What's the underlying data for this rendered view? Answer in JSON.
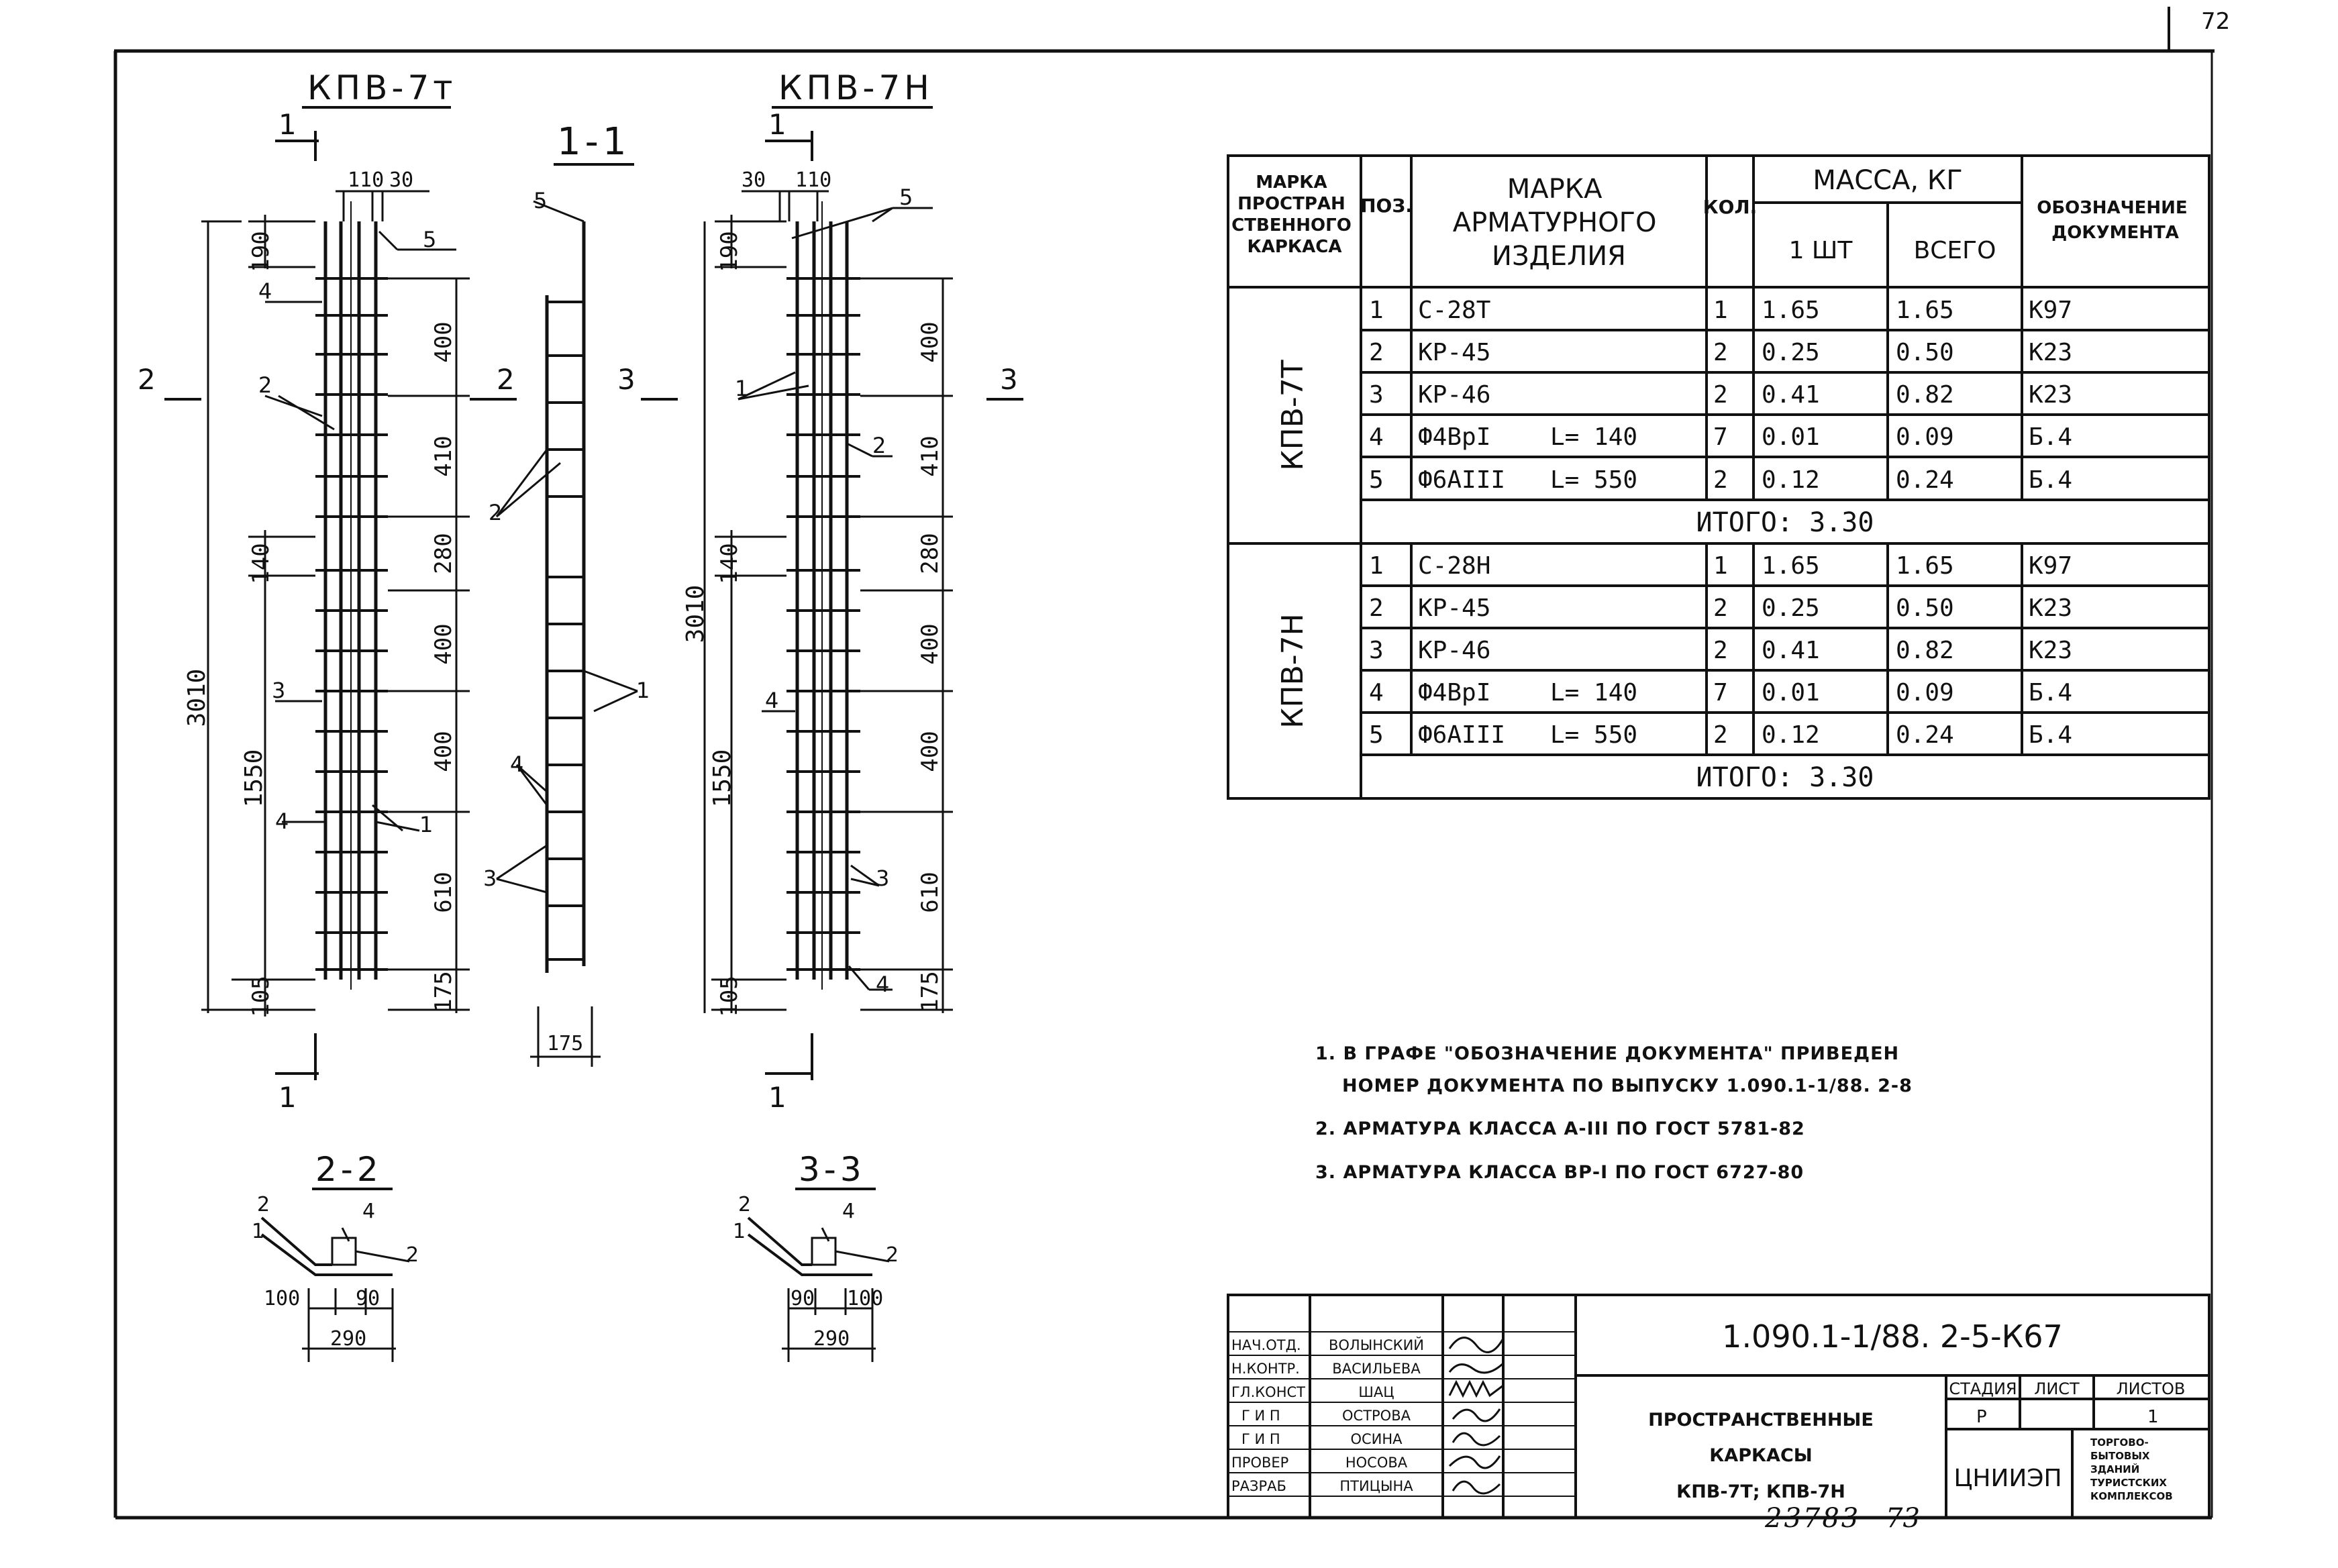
{
  "sheet_number": "72",
  "views": {
    "kpv_7t": {
      "title": "КПВ-7т",
      "dims": {
        "top": "190",
        "d400a": "400",
        "d410": "410",
        "d280": "280",
        "d400b": "400",
        "d400c": "400",
        "d610": "610",
        "d175": "175",
        "d140": "140",
        "d1550": "1550",
        "d105": "105",
        "d3010": "3010",
        "d110": "110",
        "d30": "30"
      },
      "labels": {
        "p1": "1",
        "p2": "2",
        "p3": "3",
        "p4": "4",
        "p5": "5",
        "cut1": "1",
        "cut2": "2"
      }
    },
    "section_1_1": {
      "title": "1-1",
      "dim": "175",
      "labels": {
        "p1": "1",
        "p2": "2",
        "p3": "3",
        "p4": "4",
        "p5": "5",
        "cut3": "3"
      }
    },
    "kpv_7n": {
      "title": "КПВ-7Н",
      "dims": {
        "top": "190",
        "d400a": "400",
        "d410": "410",
        "d280": "280",
        "d400b": "400",
        "d400c": "400",
        "d610": "610",
        "d175": "175",
        "d140": "140",
        "d1550": "1550",
        "d105": "105",
        "d3010": "3010",
        "d110": "110",
        "d30": "30"
      },
      "labels": {
        "p1": "1",
        "p2": "2",
        "p3": "3",
        "p4": "4",
        "p5": "5",
        "cut1": "1",
        "cut3": "3"
      }
    },
    "section_2_2": {
      "title": "2-2",
      "dims": [
        "100",
        "90",
        "290"
      ],
      "labels": [
        "2",
        "1",
        "4",
        "2"
      ]
    },
    "section_3_3": {
      "title": "3-3",
      "dims": [
        "90",
        "100",
        "290"
      ],
      "labels": [
        "2",
        "1",
        "4",
        "2"
      ]
    }
  },
  "spec_table": {
    "headers": {
      "marka_karkasa": [
        "МАРКА",
        "ПРОСТРАН",
        "СТВЕННОГО",
        "КАРКАСА"
      ],
      "poz": "ПОЗ.",
      "marka_izdeliya": [
        "МАРКА",
        "АРМАТУРНОГО",
        "ИЗДЕЛИЯ"
      ],
      "kol": "КОЛ.",
      "massa": "МАССА, КГ",
      "sht": "1 ШТ",
      "vsego": "ВСЕГО",
      "oboznachenie": [
        "ОБОЗНАЧЕНИЕ",
        "ДОКУМЕНТА"
      ]
    },
    "groups": [
      {
        "name": "КПВ-7Т",
        "rows": [
          {
            "poz": "1",
            "mark": "С-28Т",
            "len": "",
            "kol": "1",
            "one": "1.65",
            "all": "1.65",
            "doc": "К97"
          },
          {
            "poz": "2",
            "mark": "КР-45",
            "len": "",
            "kol": "2",
            "one": "0.25",
            "all": "0.50",
            "doc": "К23"
          },
          {
            "poz": "3",
            "mark": "КР-46",
            "len": "",
            "kol": "2",
            "one": "0.41",
            "all": "0.82",
            "doc": "К23"
          },
          {
            "poz": "4",
            "mark": "Ф4ВрI",
            "len": "L= 140",
            "kol": "7",
            "one": "0.01",
            "all": "0.09",
            "doc": "Б.4"
          },
          {
            "poz": "5",
            "mark": "Ф6AIII",
            "len": "L= 550",
            "kol": "2",
            "one": "0.12",
            "all": "0.24",
            "doc": "Б.4"
          }
        ],
        "total": "ИТОГО:  3.30"
      },
      {
        "name": "КПВ-7Н",
        "rows": [
          {
            "poz": "1",
            "mark": "С-28Н",
            "len": "",
            "kol": "1",
            "one": "1.65",
            "all": "1.65",
            "doc": "К97"
          },
          {
            "poz": "2",
            "mark": "КР-45",
            "len": "",
            "kol": "2",
            "one": "0.25",
            "all": "0.50",
            "doc": "К23"
          },
          {
            "poz": "3",
            "mark": "КР-46",
            "len": "",
            "kol": "2",
            "one": "0.41",
            "all": "0.82",
            "doc": "К23"
          },
          {
            "poz": "4",
            "mark": "Ф4ВрI",
            "len": "L= 140",
            "kol": "7",
            "one": "0.01",
            "all": "0.09",
            "doc": "Б.4"
          },
          {
            "poz": "5",
            "mark": "Ф6AIII",
            "len": "L= 550",
            "kol": "2",
            "one": "0.12",
            "all": "0.24",
            "doc": "Б.4"
          }
        ],
        "total": "ИТОГО:  3.30"
      }
    ]
  },
  "notes": [
    "1. В ГРАФЕ \"ОБОЗНАЧЕНИЕ ДОКУМЕНТА\"  ПРИВЕДЕН",
    "НОМЕР ДОКУМЕНТА ПО ВЫПУСКУ 1.090.1-1/88. 2-8",
    "2. АРМАТУРА КЛАССА А-III  ПО ГОСТ 5781-82",
    "3. АРМАТУРА КЛАССА ВР-I  ПО ГОСТ 6727-80"
  ],
  "title_block": {
    "code": "1.090.1-1/88. 2-5-К67",
    "roles": [
      "НАЧ.ОТД.",
      "Н.КОНТР.",
      "ГЛ.КОНСТ",
      "Г И П",
      "Г И П",
      "ПРОВЕР",
      "РАЗРАБ"
    ],
    "names": [
      "ВОЛЫНСКИЙ",
      "ВАСИЛЬЕВА",
      "ШАЦ",
      "ОСТРОВА",
      "ОСИНА",
      "НОСОВА",
      "ПТИЦЫНА"
    ],
    "title_lines": [
      "ПРОСТРАНСТВЕННЫЕ",
      "КАРКАСЫ",
      "КПВ-7Т; КПВ-7Н"
    ],
    "stage_label": "СТАДИЯ",
    "sheet_label": "ЛИСТ",
    "sheets_label": "ЛИСТОВ",
    "stage": "Р",
    "sheets": "1",
    "org": "ЦНИИЭП",
    "org_desc": [
      "ТОРГОВО-",
      "БЫТОВЫХ",
      "ЗДАНИЙ",
      "ТУРИСТСКИХ",
      "КОМПЛЕКСОВ"
    ]
  },
  "footer": {
    "inv": "23783",
    "page": "73"
  }
}
